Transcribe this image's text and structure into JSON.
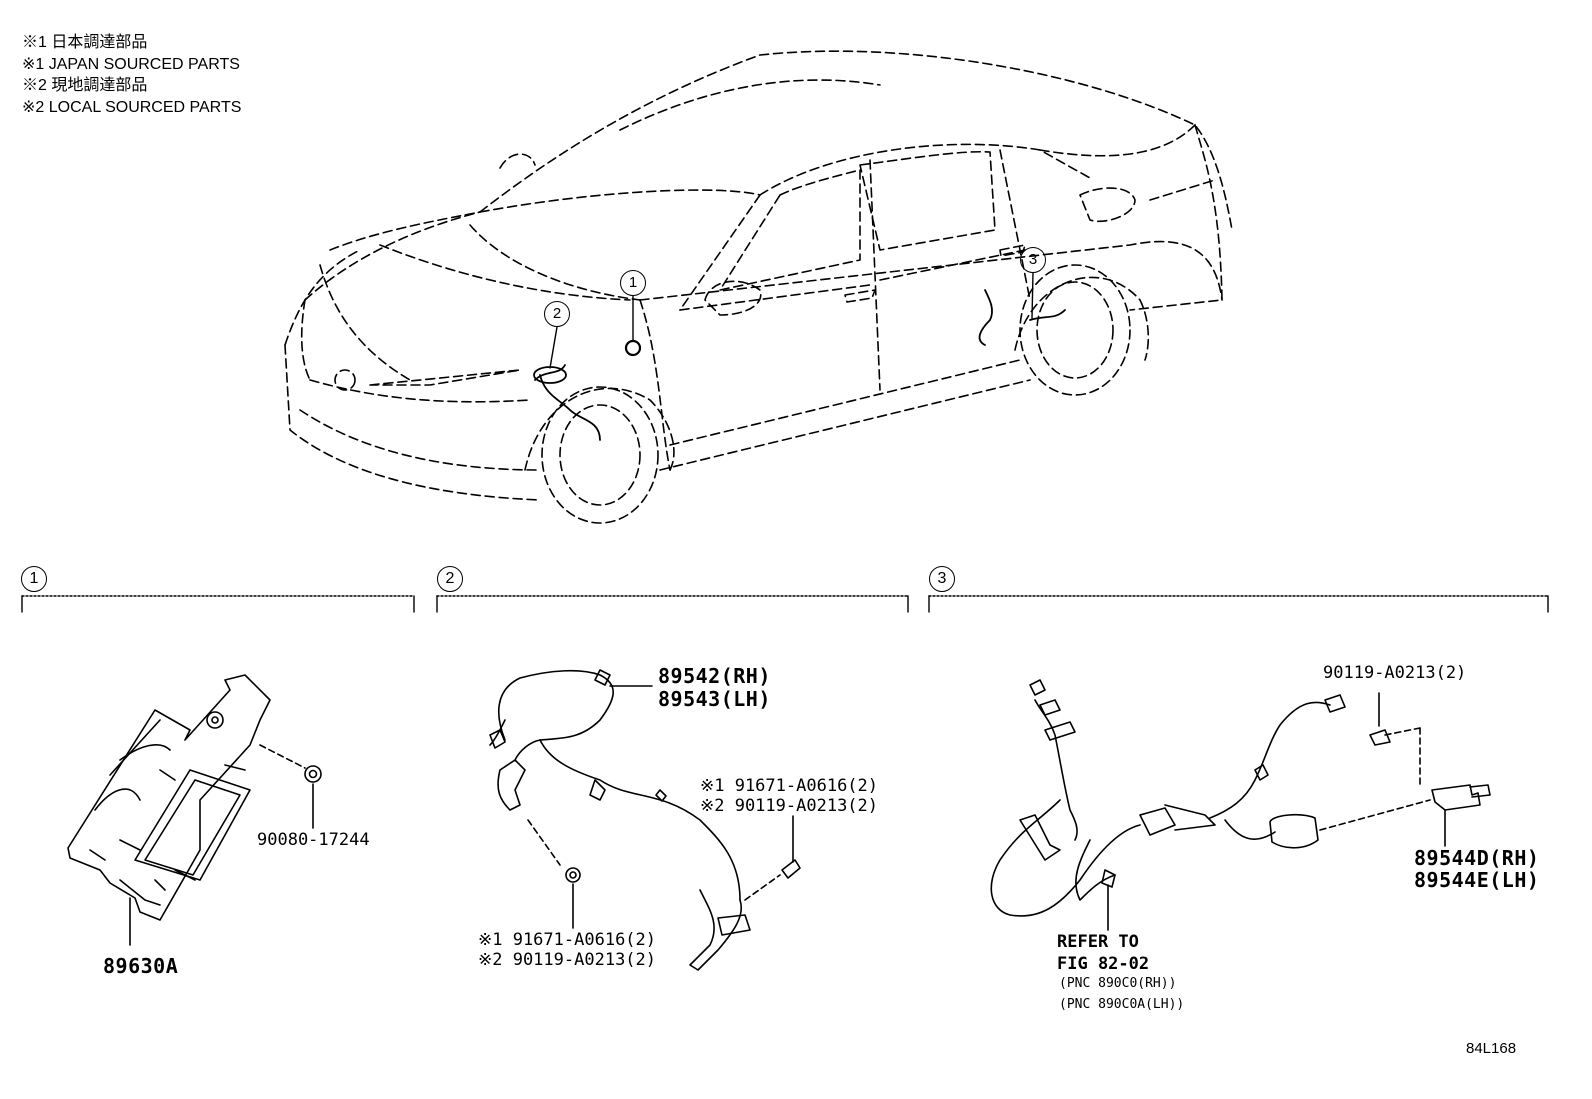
{
  "notes": [
    "※1 日本調達部品",
    "※1 JAPAN SOURCED PARTS",
    "※2 現地調達部品",
    "※2 LOCAL SOURCED PARTS"
  ],
  "callouts": {
    "c1": "1",
    "c2": "2",
    "c3": "3"
  },
  "sections": {
    "s1": "1",
    "s2": "2",
    "s3": "3"
  },
  "section1": {
    "part_bracket": "90080-17244",
    "part_main": "89630A"
  },
  "section2": {
    "sensor_rh": "89542(RH)",
    "sensor_lh": "89543(LH)",
    "bolt_upper_1": "※1 91671-A0616(2)",
    "bolt_upper_2": "※2 90119-A0213(2)",
    "bolt_lower_1": "※1 91671-A0616(2)",
    "bolt_lower_2": "※2 90119-A0213(2)"
  },
  "section3": {
    "bolt": "90119-A0213(2)",
    "sensor_rh": "89544D(RH)",
    "sensor_lh": "89544E(LH)",
    "refer_line1": "REFER TO",
    "refer_line2": "FIG 82-02",
    "pnc_rh": "(PNC 890C0(RH))",
    "pnc_lh": "(PNC 890C0A(LH))"
  },
  "figure_id": "84L168"
}
